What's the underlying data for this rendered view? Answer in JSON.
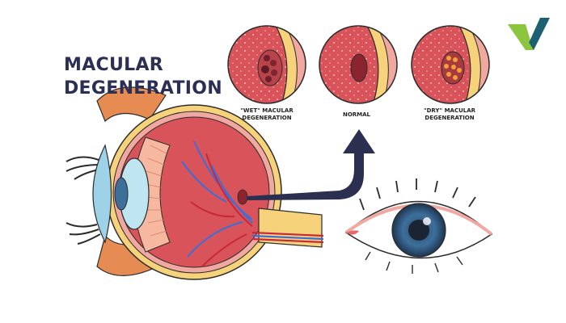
{
  "title": {
    "line1": "MACULAR",
    "line2": "DEGENERATION"
  },
  "panels": [
    {
      "id": "wet",
      "caption_line1": "\"WET\" MACULAR",
      "caption_line2": "DEGENERATION"
    },
    {
      "id": "normal",
      "caption_line1": "NORMAL",
      "caption_line2": ""
    },
    {
      "id": "dry",
      "caption_line1": "\"DRY\" MACULAR",
      "caption_line2": "DEGENERATION"
    }
  ],
  "logo": {
    "icon": "checkmark-logo-icon",
    "colors": [
      "#8cc63f",
      "#1e5f74"
    ]
  },
  "colors": {
    "title": "#2b2f55",
    "retina_red": "#d9535a",
    "retina_dark": "#a83a3f",
    "vein_blue": "#3a6fd8",
    "artery_red": "#c8283a",
    "sclera_yellow": "#f6d27a",
    "iris_blue": "#3d6f9b",
    "arrow": "#2c3050"
  }
}
